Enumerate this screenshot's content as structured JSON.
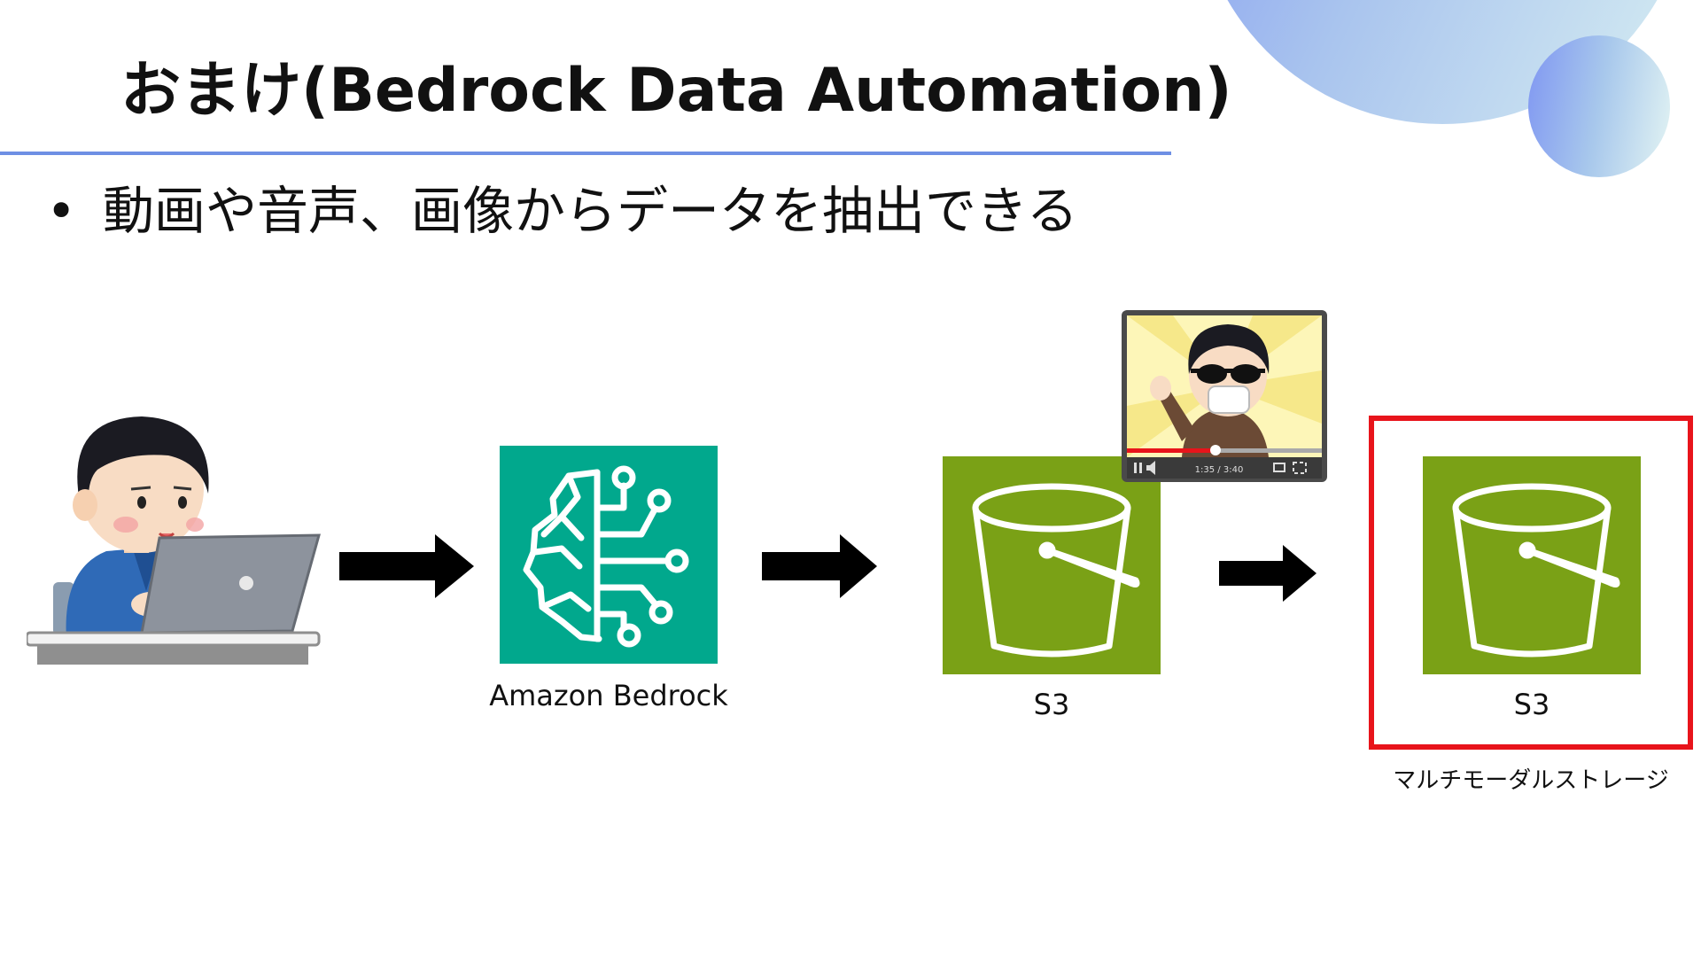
{
  "slide": {
    "title": "おまけ(Bedrock Data Automation)",
    "bullet_marker": "•",
    "bullet_text": "動画や音声、画像からデータを抽出できる"
  },
  "diagram": {
    "nodes": [
      {
        "id": "user",
        "label": "",
        "icon": "user-with-laptop-icon"
      },
      {
        "id": "bedrock",
        "label": "Amazon Bedrock",
        "icon": "bedrock-brain-icon",
        "color": "#01a88d"
      },
      {
        "id": "s3_input",
        "label": "S3",
        "icon": "s3-bucket-icon",
        "color": "#7aa116"
      },
      {
        "id": "s3_output",
        "label": "S3",
        "icon": "s3-bucket-icon",
        "color": "#7aa116",
        "highlighted": true,
        "note": "マルチモーダルストレージ"
      }
    ],
    "video_overlay": {
      "icon": "video-player-icon",
      "timestamp": "1:35 / 3:40"
    },
    "arrows": [
      {
        "from": "user",
        "to": "bedrock"
      },
      {
        "from": "bedrock",
        "to": "s3_input"
      },
      {
        "from": "s3_input",
        "to": "s3_output"
      }
    ],
    "highlight_color": "#e8141b"
  }
}
